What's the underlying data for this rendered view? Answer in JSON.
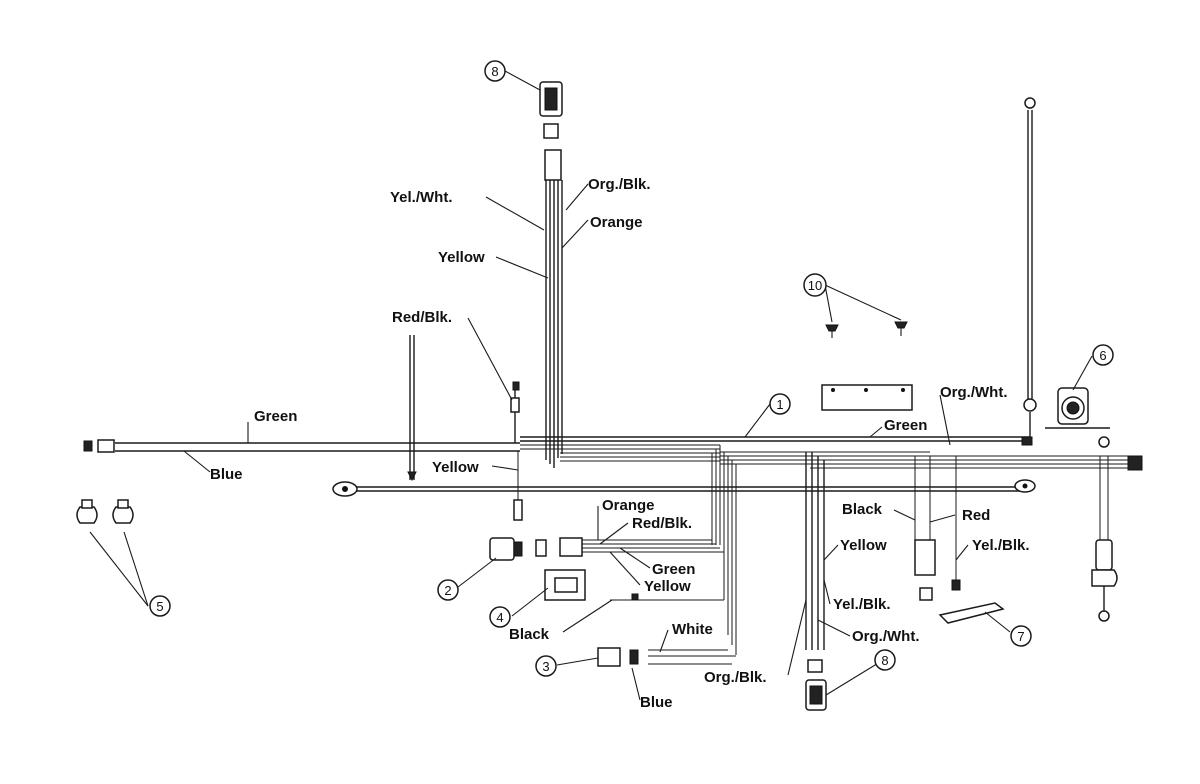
{
  "wire_labels": {
    "yel_wht_top": "Yel./Wht.",
    "org_blk_top": "Org./Blk.",
    "orange_top": "Orange",
    "yellow_top": "Yellow",
    "red_blk_left": "Red/Blk.",
    "green_left": "Green",
    "blue_left": "Blue",
    "yellow_mid": "Yellow",
    "orange_mid": "Orange",
    "red_blk_mid": "Red/Blk.",
    "green_mid": "Green",
    "yellow_sw": "Yellow",
    "black_sw": "Black",
    "white_sw": "White",
    "blue_sw": "Blue",
    "org_blk_bottom": "Org./Blk.",
    "yellow_right": "Yellow",
    "yel_blk_right": "Yel./Blk.",
    "org_wht_bottom": "Org./Wht.",
    "green_right": "Green",
    "org_wht_top": "Org./Wht.",
    "black_right": "Black",
    "red_right": "Red",
    "yel_blk_far": "Yel./Blk."
  },
  "callouts": {
    "c1": "1",
    "c2": "2",
    "c3": "3",
    "c4": "4",
    "c5": "5",
    "c6": "6",
    "c7": "7",
    "c8_top": "8",
    "c8_bottom": "8",
    "c10": "10"
  }
}
